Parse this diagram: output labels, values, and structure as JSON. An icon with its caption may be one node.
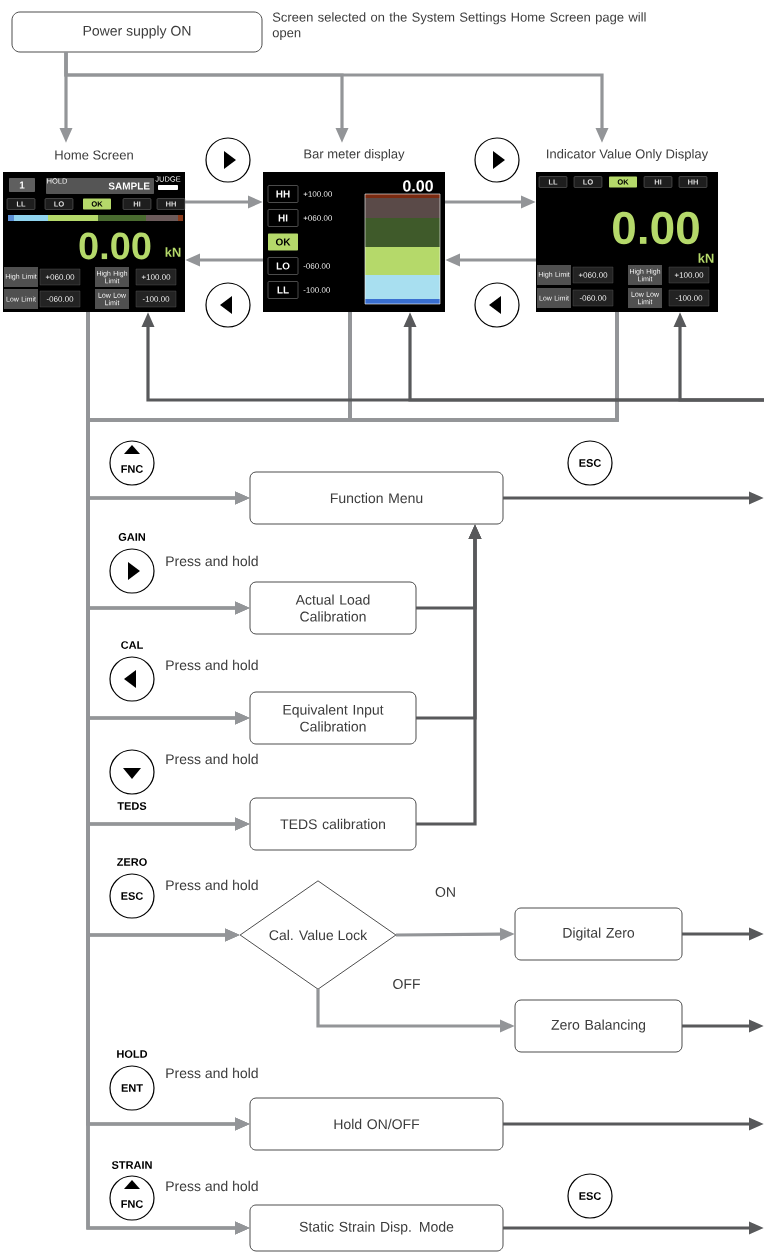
{
  "diagram": {
    "nodes": [
      {
        "text": [
          "Power supply ON"
        ],
        "beside": [
          "Screen selected on the System Settings Home Screen page will open"
        ]
      },
      {
        "text": [
          "Home Screen",
          "1",
          "HOLD",
          "SAMPLE",
          "JUDGE",
          "LL",
          "LO",
          "OK",
          "HI",
          "HH",
          "0.00",
          "kN",
          "High Limit",
          "+060.00",
          "High High Limit",
          "+100.00",
          "Low Limit",
          "-060.00",
          "Low Low Limit",
          "-100.00"
        ]
      },
      {
        "text": [
          "Bar meter display",
          "0.00",
          "HH",
          "+100.00",
          "HI",
          "+060.00",
          "OK",
          "LO",
          "-060.00",
          "LL",
          "-100.00"
        ]
      },
      {
        "text": [
          "Indicator Value Only Display",
          "LL",
          "LO",
          "OK",
          "HI",
          "HH",
          "0.00",
          "kN",
          "High Limit",
          "+060.00",
          "High High Limit",
          "+100.00",
          "Low Limit",
          "-060.00",
          "Low Low Limit",
          "-100.00"
        ]
      },
      {
        "text": [
          "Function Menu"
        ]
      },
      {
        "text": [
          "Actual Load Calibration"
        ]
      },
      {
        "text": [
          "Equivalent Input Calibration"
        ]
      },
      {
        "text": [
          "TEDS calibration"
        ]
      },
      {
        "text": [
          "Cal. Value Lock"
        ]
      },
      {
        "text": [
          "Digital Zero"
        ]
      },
      {
        "text": [
          "Zero Balancing"
        ]
      },
      {
        "text": [
          "Hold ON/OFF"
        ]
      },
      {
        "text": [
          "Static Strain Disp. Mode"
        ]
      }
    ],
    "edges": [
      {
        "from": 0,
        "to": 1,
        "arrow": "to"
      },
      {
        "from": 0,
        "to": 2,
        "arrow": "to"
      },
      {
        "from": 0,
        "to": 3,
        "arrow": "to"
      },
      {
        "from": 1,
        "to": 2,
        "arrow": "to"
      },
      {
        "from": 2,
        "to": 3,
        "arrow": "to"
      },
      {
        "from": 3,
        "to": 2,
        "arrow": "to"
      },
      {
        "from": 2,
        "to": 1,
        "arrow": "to"
      },
      {
        "from": 1,
        "to": 4,
        "arrow": "to"
      },
      {
        "from": 1,
        "to": 5,
        "arrow": "to"
      },
      {
        "from": 1,
        "to": 6,
        "arrow": "to"
      },
      {
        "from": 1,
        "to": 7,
        "arrow": "to"
      },
      {
        "from": 1,
        "to": 8,
        "arrow": "to"
      },
      {
        "from": 1,
        "to": 11,
        "arrow": "to"
      },
      {
        "from": 1,
        "to": 12,
        "arrow": "to"
      },
      {
        "from": 2,
        "to": 4,
        "arrow": "to"
      },
      {
        "from": 2,
        "to": 5,
        "arrow": "to"
      },
      {
        "from": 2,
        "to": 6,
        "arrow": "to"
      },
      {
        "from": 2,
        "to": 7,
        "arrow": "to"
      },
      {
        "from": 2,
        "to": 8,
        "arrow": "to"
      },
      {
        "from": 2,
        "to": 11,
        "arrow": "to"
      },
      {
        "from": 2,
        "to": 12,
        "arrow": "to"
      },
      {
        "from": 3,
        "to": 4,
        "arrow": "to"
      },
      {
        "from": 3,
        "to": 5,
        "arrow": "to"
      },
      {
        "from": 3,
        "to": 6,
        "arrow": "to"
      },
      {
        "from": 3,
        "to": 7,
        "arrow": "to"
      },
      {
        "from": 3,
        "to": 8,
        "arrow": "to"
      },
      {
        "from": 3,
        "to": 11,
        "arrow": "to"
      },
      {
        "from": 3,
        "to": 12,
        "arrow": "to"
      },
      {
        "from": 5,
        "to": 4,
        "arrow": "to",
        "color": "#58595b"
      },
      {
        "from": 6,
        "to": 4,
        "arrow": "to",
        "color": "#58595b"
      },
      {
        "from": 7,
        "to": 4,
        "arrow": "to",
        "color": "#58595b"
      },
      {
        "from": 8,
        "to": 9,
        "arrow": "to",
        "label": "ON"
      },
      {
        "from": 8,
        "to": 10,
        "arrow": "to",
        "label": "OFF"
      },
      {
        "from": 4,
        "to": null,
        "arrow": "to",
        "color": "#58595b"
      },
      {
        "from": 9,
        "to": null,
        "arrow": "to",
        "color": "#58595b"
      },
      {
        "from": 10,
        "to": null,
        "arrow": "to",
        "color": "#58595b"
      },
      {
        "from": 11,
        "to": null,
        "arrow": "to",
        "color": "#58595b"
      },
      {
        "from": 12,
        "to": null,
        "arrow": "to",
        "color": "#58595b"
      },
      {
        "from": null,
        "to": 1,
        "arrow": "to",
        "color": "#58595b"
      },
      {
        "from": null,
        "to": 2,
        "arrow": "to",
        "color": "#58595b"
      },
      {
        "from": null,
        "to": 3,
        "arrow": "to",
        "color": "#58595b"
      }
    ],
    "labels": [
      "FNC",
      "ESC",
      "GAIN",
      "Press and hold",
      "CAL",
      "Press and hold",
      "Press and hold",
      "TEDS",
      "ZERO",
      "ESC",
      "Press and hold",
      "HOLD",
      "ENT",
      "Press and hold",
      "STRAIN",
      "FNC",
      "Press and hold",
      "ESC"
    ]
  }
}
